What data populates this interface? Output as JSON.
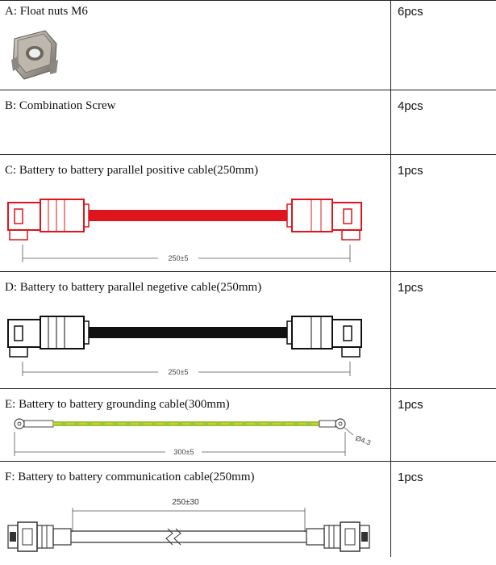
{
  "items": [
    {
      "label": "A: Float nuts M6",
      "qty": "6pcs",
      "image": "float-nut-image"
    },
    {
      "label": "B: Combination Screw",
      "qty": "4pcs"
    },
    {
      "label": "C: Battery to battery parallel positive cable(250mm)",
      "qty": "1pcs",
      "dimension": "250±5",
      "cable_color": "#e0141c"
    },
    {
      "label": "D: Battery to battery parallel negetive cable(250mm)",
      "qty": "1pcs",
      "dimension": "250±5",
      "cable_color": "#111111"
    },
    {
      "label": "E: Battery to battery grounding cable(300mm)",
      "qty": "1pcs",
      "dimension": "300±5",
      "diameter": "Ø4.3",
      "cable_color": "#9bc43a"
    },
    {
      "label": "F: Battery to battery communication cable(250mm)",
      "qty": "1pcs",
      "dimension": "250±30"
    }
  ]
}
